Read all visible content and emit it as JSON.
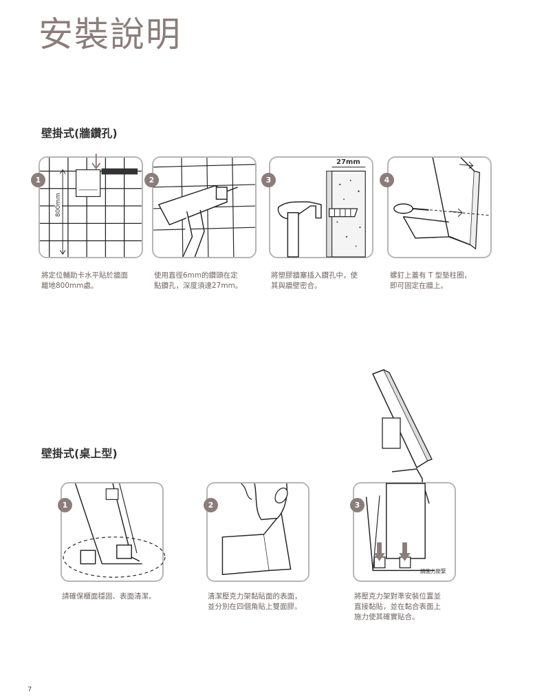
{
  "page_title": "安裝說明",
  "section1": {
    "title": "壁掛式(牆鑽孔)",
    "steps": [
      {
        "num": "1",
        "caption": "將定位輔助卡水平貼於牆面\n離地800mm處。",
        "annotation": "800mm"
      },
      {
        "num": "2",
        "caption": "使用直徑6mm的鑽頭在定\n點鑽孔，深度須達27mm。"
      },
      {
        "num": "3",
        "caption": "將塑膠牆塞插入鑽孔中，使\n其與牆壁密合。",
        "annotation": "27mm"
      },
      {
        "num": "4",
        "caption": "螺釘上蓋有 T 型墊柱圈，\n即可固定在牆上。"
      }
    ]
  },
  "section2": {
    "title": "壁掛式(桌上型)",
    "steps": [
      {
        "num": "1",
        "caption": "請確保櫃面穩固、表面清潔。"
      },
      {
        "num": "2",
        "caption": "清潔壓克力架黏貼面的表面，\n並分別在四個角貼上雙面膠。"
      },
      {
        "num": "3",
        "caption": "將壓克力架對準安裝位置並\n直接黏貼，並在黏合表面上\n施力使其確實貼合。",
        "annotation": "請施力壓緊"
      }
    ]
  },
  "page_number": "7",
  "colors": {
    "accent": "#8a7d7a",
    "border": "#b5b5b5",
    "caption": "#6e6462"
  }
}
